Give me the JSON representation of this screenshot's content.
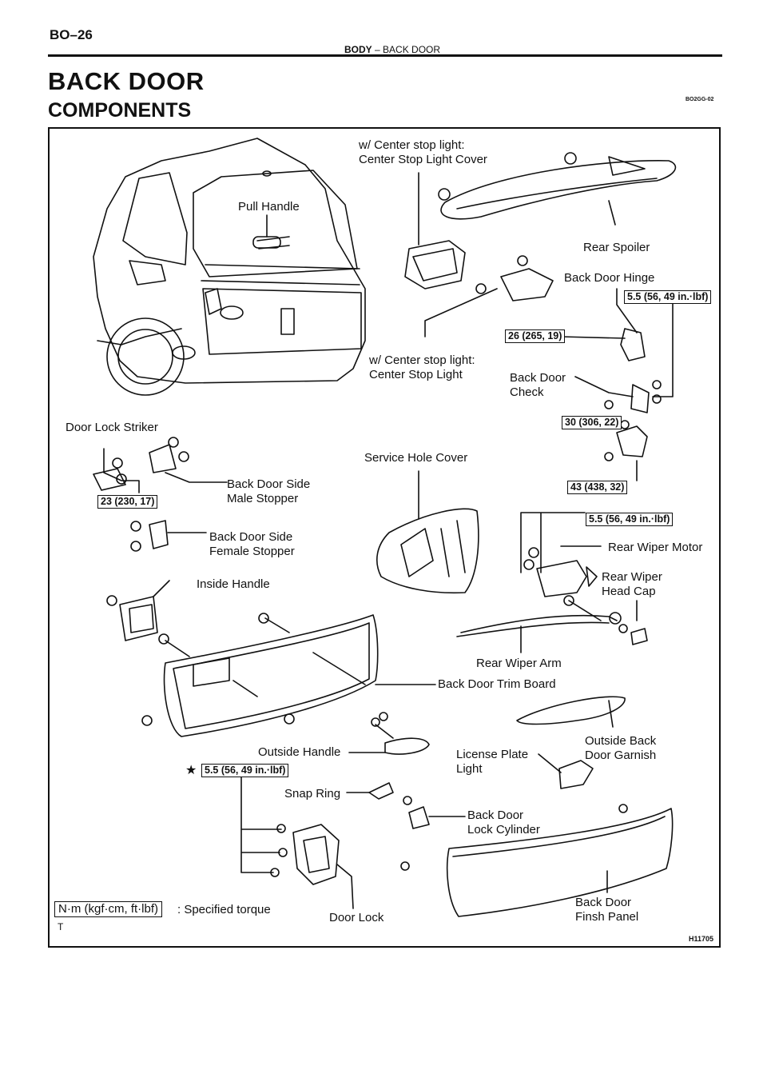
{
  "header": {
    "page_number": "BO–26",
    "section": "BODY",
    "separator": "–",
    "subsection": "BACK DOOR",
    "title": "BACK DOOR",
    "subtitle": "COMPONENTS",
    "doc_code": "BO2GG-02"
  },
  "labels": {
    "center_stop_light_cover": [
      "w/ Center stop light:",
      "Center Stop Light Cover"
    ],
    "pull_handle": "Pull Handle",
    "rear_spoiler": "Rear Spoiler",
    "back_door_hinge": "Back Door Hinge",
    "center_stop_light": [
      "w/ Center stop light:",
      "Center Stop Light"
    ],
    "back_door_check": [
      "Back Door",
      "Check"
    ],
    "door_lock_striker": "Door Lock Striker",
    "service_hole_cover": "Service Hole Cover",
    "back_door_side_male_stopper": [
      "Back Door Side",
      "Male Stopper"
    ],
    "back_door_side_female_stopper": [
      "Back Door Side",
      "Female Stopper"
    ],
    "rear_wiper_motor": "Rear Wiper Motor",
    "inside_handle": "Inside Handle",
    "rear_wiper_head_cap": [
      "Rear Wiper",
      "Head Cap"
    ],
    "rear_wiper_arm": "Rear Wiper Arm",
    "back_door_trim_board": "Back Door Trim Board",
    "outside_back_door_garnish": [
      "Outside Back",
      "Door Garnish"
    ],
    "outside_handle": "Outside Handle",
    "license_plate_light": [
      "License Plate",
      "Light"
    ],
    "snap_ring": "Snap Ring",
    "back_door_lock_cylinder": [
      "Back Door",
      "Lock Cylinder"
    ],
    "door_lock": "Door Lock",
    "back_door_finish_panel": [
      "Back Door",
      "Finsh Panel"
    ]
  },
  "torques": {
    "hinge_upper": "5.5 (56, 49 in.·lbf)",
    "hinge_26": "26 (265, 19)",
    "hinge_30": "30 (306, 22)",
    "hinge_43": "43 (438, 32)",
    "striker": "23 (230, 17)",
    "wiper_motor": "5.5 (56, 49 in.·lbf)",
    "outside_handle": "5.5 (56, 49 in.·lbf)"
  },
  "legend": {
    "torque_unit": "N·m (kgf·cm, ft·lbf)",
    "torque_text": ": Specified torque",
    "star": "★",
    "t_mark": "T",
    "figure_code": "H11705"
  }
}
